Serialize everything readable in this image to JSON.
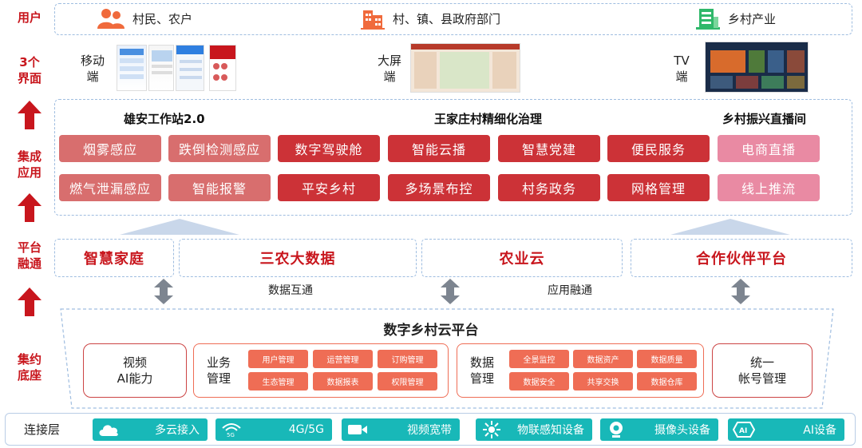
{
  "side_labels": {
    "users": "用户",
    "interfaces": "3个\n界面",
    "integrated": "集成\n应用",
    "platform": "平台\n融通",
    "base": "集约\n底座"
  },
  "users": [
    {
      "label": "村民、农户",
      "icon": "people-icon"
    },
    {
      "label": "村、镇、县政府部门",
      "icon": "building-icon"
    },
    {
      "label": "乡村产业",
      "icon": "industry-icon"
    }
  ],
  "interfaces": {
    "mobile": "移动\n端",
    "bigscreen": "大屏\n端",
    "tv": "TV\n端"
  },
  "apps": {
    "group1_title": "雄安工作站2.0",
    "group2_title": "王家庄村精细化治理",
    "group3_title": "乡村振兴直播间",
    "row1": [
      "烟雾感应",
      "跌倒检测感应",
      "数字驾驶舱",
      "智能云播",
      "智慧党建",
      "便民服务",
      "电商直播"
    ],
    "row2": [
      "燃气泄漏感应",
      "智能报警",
      "平安乡村",
      "多场景布控",
      "村务政务",
      "网格管理",
      "线上推流"
    ]
  },
  "platforms": [
    "智慧家庭",
    "三农大数据",
    "农业云",
    "合作伙伴平台"
  ],
  "links": {
    "data_interop": "数据互通",
    "app_fusion": "应用融通"
  },
  "base": {
    "title": "数字乡村云平台",
    "video_ai": "视频\nAI能力",
    "biz_label": "业务\n管理",
    "biz_tiles": [
      "用户管理",
      "运营管理",
      "订购管理",
      "生态管理",
      "数据报表",
      "权限管理"
    ],
    "data_label": "数据\n管理",
    "data_tiles": [
      "全景监控",
      "数据资产",
      "数据质量",
      "数据安全",
      "共享交换",
      "数据仓库"
    ],
    "account": "统一\n帐号管理"
  },
  "connection": {
    "title": "连接层",
    "items": [
      {
        "label": "多云接入",
        "icon": "cloud-icon"
      },
      {
        "label": "4G/5G",
        "icon": "wifi-5g-icon"
      },
      {
        "label": "视频宽带",
        "icon": "video-camera-icon"
      },
      {
        "label": "物联感知设备",
        "icon": "iot-icon"
      },
      {
        "label": "摄像头设备",
        "icon": "camera-icon"
      },
      {
        "label": "AI设备",
        "icon": "ai-chip-icon"
      }
    ]
  },
  "colors": {
    "accent_red": "#c8161d",
    "app_light": "#d86e6e",
    "app_red": "#cc3237",
    "app_pink": "#e98aa3",
    "tile_orange": "#ef6d55",
    "teal": "#18b8b8",
    "dashed_border": "#9fbde0"
  }
}
